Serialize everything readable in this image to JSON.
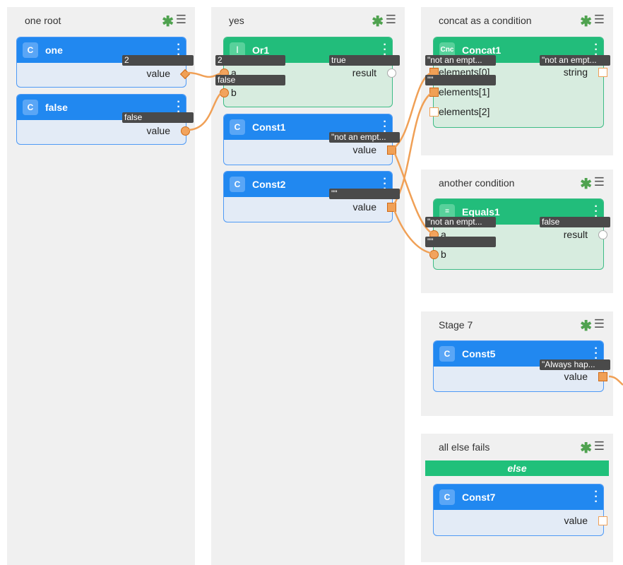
{
  "stages": {
    "one_root": {
      "title": "one root"
    },
    "yes": {
      "title": "yes"
    },
    "concat": {
      "title": "concat as a condition"
    },
    "another": {
      "title": "another condition"
    },
    "stage7": {
      "title": "Stage 7"
    },
    "else_stage": {
      "title": "all else fails",
      "else_label": "else"
    }
  },
  "icons": {
    "star": "✱",
    "menu": "☰",
    "dots": "⋮"
  },
  "nodes": {
    "one": {
      "icon": "C",
      "title": "one",
      "port": "value",
      "tag": "2"
    },
    "false": {
      "icon": "C",
      "title": "false",
      "port": "value",
      "tag": "false"
    },
    "or1": {
      "icon": "|",
      "title": "Or1",
      "port_a": "a",
      "port_b": "b",
      "port_out": "result",
      "tag_a": "2",
      "tag_b": "false",
      "tag_out": "true"
    },
    "const1": {
      "icon": "C",
      "title": "Const1",
      "port": "value",
      "tag": "\"not an empt..."
    },
    "const2": {
      "icon": "C",
      "title": "Const2",
      "port": "value",
      "tag": "\"\""
    },
    "concat1": {
      "icon": "Cnc",
      "title": "Concat1",
      "ports": [
        "elements[0]",
        "elements[1]",
        "elements[2]"
      ],
      "port_out": "string",
      "tag_e0": "\"not an empt...",
      "tag_e1": "\"\"",
      "tag_out": "\"not an empt..."
    },
    "equals1": {
      "icon": "=",
      "title": "Equals1",
      "port_a": "a",
      "port_b": "b",
      "port_out": "result",
      "tag_a": "\"not an empt...",
      "tag_b": "\"\"",
      "tag_out": "false"
    },
    "const5": {
      "icon": "C",
      "title": "Const5",
      "port": "value",
      "tag": "\"Always hap..."
    },
    "const7": {
      "icon": "C",
      "title": "Const7",
      "port": "value"
    }
  },
  "colors": {
    "wire": "#f0a056",
    "blue_header": "#2188f0",
    "green_header": "#22bd7b",
    "else_bar": "#20c07a",
    "star": "#4fa24f"
  }
}
